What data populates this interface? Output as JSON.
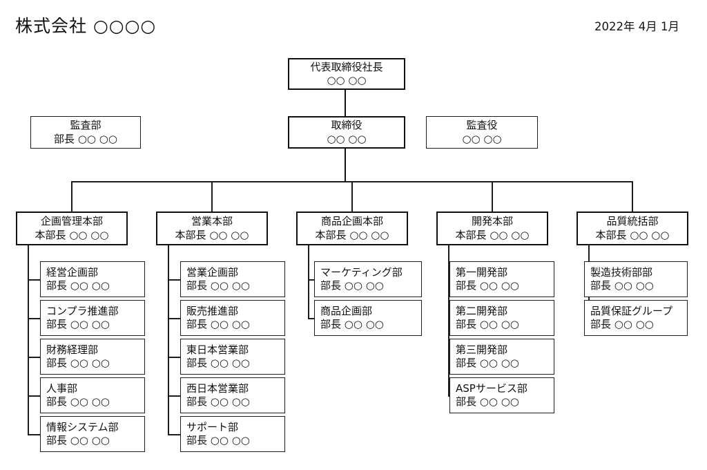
{
  "header": {
    "company_title": "株式会社 ○○○○",
    "date": "2022年 4月 1月"
  },
  "chart_data": {
    "type": "diagram",
    "diagram_kind": "organization-chart",
    "title": "株式会社 ○○○○",
    "date": "2022年 4月 1月",
    "name_placeholder": "○○ ○○",
    "nodes": {
      "president": {
        "title": "代表取締役社長",
        "person": "○○ ○○"
      },
      "director": {
        "title": "取締役",
        "person": "○○ ○○"
      },
      "audit_dept": {
        "title": "監査部",
        "person": "部長 ○○ ○○"
      },
      "auditor": {
        "title": "監査役",
        "person": "○○ ○○"
      }
    },
    "divisions": [
      {
        "title": "企画管理本部",
        "person": "本部長 ○○ ○○",
        "departments": [
          {
            "title": "経営企画部",
            "person": "部長 ○○ ○○"
          },
          {
            "title": "コンプラ推進部",
            "person": "部長 ○○ ○○"
          },
          {
            "title": "財務経理部",
            "person": "部長 ○○ ○○"
          },
          {
            "title": "人事部",
            "person": "部長 ○○ ○○"
          },
          {
            "title": "情報システム部",
            "person": "部長 ○○ ○○"
          }
        ]
      },
      {
        "title": "営業本部",
        "person": "本部長 ○○ ○○",
        "departments": [
          {
            "title": "営業企画部",
            "person": "部長 ○○ ○○"
          },
          {
            "title": "販売推進部",
            "person": "部長 ○○ ○○"
          },
          {
            "title": "東日本営業部",
            "person": "部長 ○○ ○○"
          },
          {
            "title": "西日本営業部",
            "person": "部長 ○○ ○○"
          },
          {
            "title": "サポート部",
            "person": "部長 ○○ ○○"
          }
        ]
      },
      {
        "title": "商品企画本部",
        "person": "本部長 ○○ ○○",
        "departments": [
          {
            "title": "マーケティング部",
            "person": "部長 ○○ ○○"
          },
          {
            "title": "商品企画部",
            "person": "部長 ○○ ○○"
          }
        ]
      },
      {
        "title": "開発本部",
        "person": "本部長 ○○ ○○",
        "departments": [
          {
            "title": "第一開発部",
            "person": "部長 ○○ ○○"
          },
          {
            "title": "第二開発部",
            "person": "部長 ○○ ○○"
          },
          {
            "title": "第三開発部",
            "person": "部長 ○○ ○○"
          },
          {
            "title": "ASPサービス部",
            "person": "部長 ○○ ○○"
          }
        ]
      },
      {
        "title": "品質統括部",
        "person": "本部長 ○○ ○○",
        "departments": [
          {
            "title": "製造技術部部",
            "person": "部長 ○○ ○○"
          },
          {
            "title": "品質保証グループ",
            "person": "部長 ○○ ○○"
          }
        ]
      }
    ]
  },
  "colors": {
    "line": "#1c1c1c",
    "text": "#111111",
    "background": "#ffffff"
  }
}
